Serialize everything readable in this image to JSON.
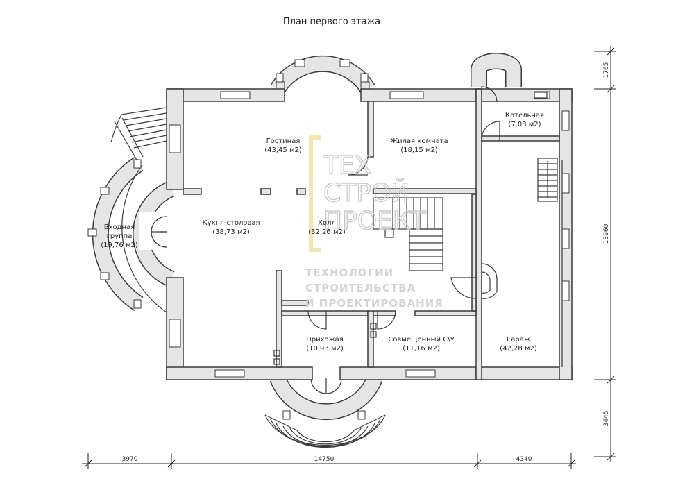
{
  "title": "План первого этажа",
  "rooms": {
    "living": {
      "name": "Гостиная",
      "area": "(43,45 м2)"
    },
    "bedroom": {
      "name": "Жилая комната",
      "area": "(18,15 м2)"
    },
    "boiler": {
      "name": "Котельная",
      "area": "(7,03 м2)"
    },
    "kitchen": {
      "name": "Кухня-столовая",
      "area": "(38,73 м2)"
    },
    "hall": {
      "name": "Холл",
      "area": "(32,26 м2)"
    },
    "entry_line1": "Входная",
    "entry_line2": "группа",
    "entry_area": "(19,76 м2)",
    "hallway": {
      "name": "Прихожая",
      "area": "(10,93 м2)"
    },
    "bathroom": {
      "name": "Совмещенный С\\У",
      "area": "(11,16 м2)"
    },
    "garage": {
      "name": "Гараж",
      "area": "(42,28 м2)"
    }
  },
  "dimensions": {
    "bottom_left": "3970",
    "bottom_middle": "14750",
    "bottom_right": "4340",
    "right_top": "1765",
    "right_middle": "13960",
    "right_bottom": "3445"
  },
  "watermark": {
    "line1": "ТЕХ",
    "line2": "СТРОЙ",
    "line3": "ПРОЕКТ",
    "tag1": "ТЕХНОЛОГИИ",
    "tag2": "СТРОИТЕЛЬСТВА",
    "tag3": "И ПРОЕКТИРОВАНИЯ"
  }
}
